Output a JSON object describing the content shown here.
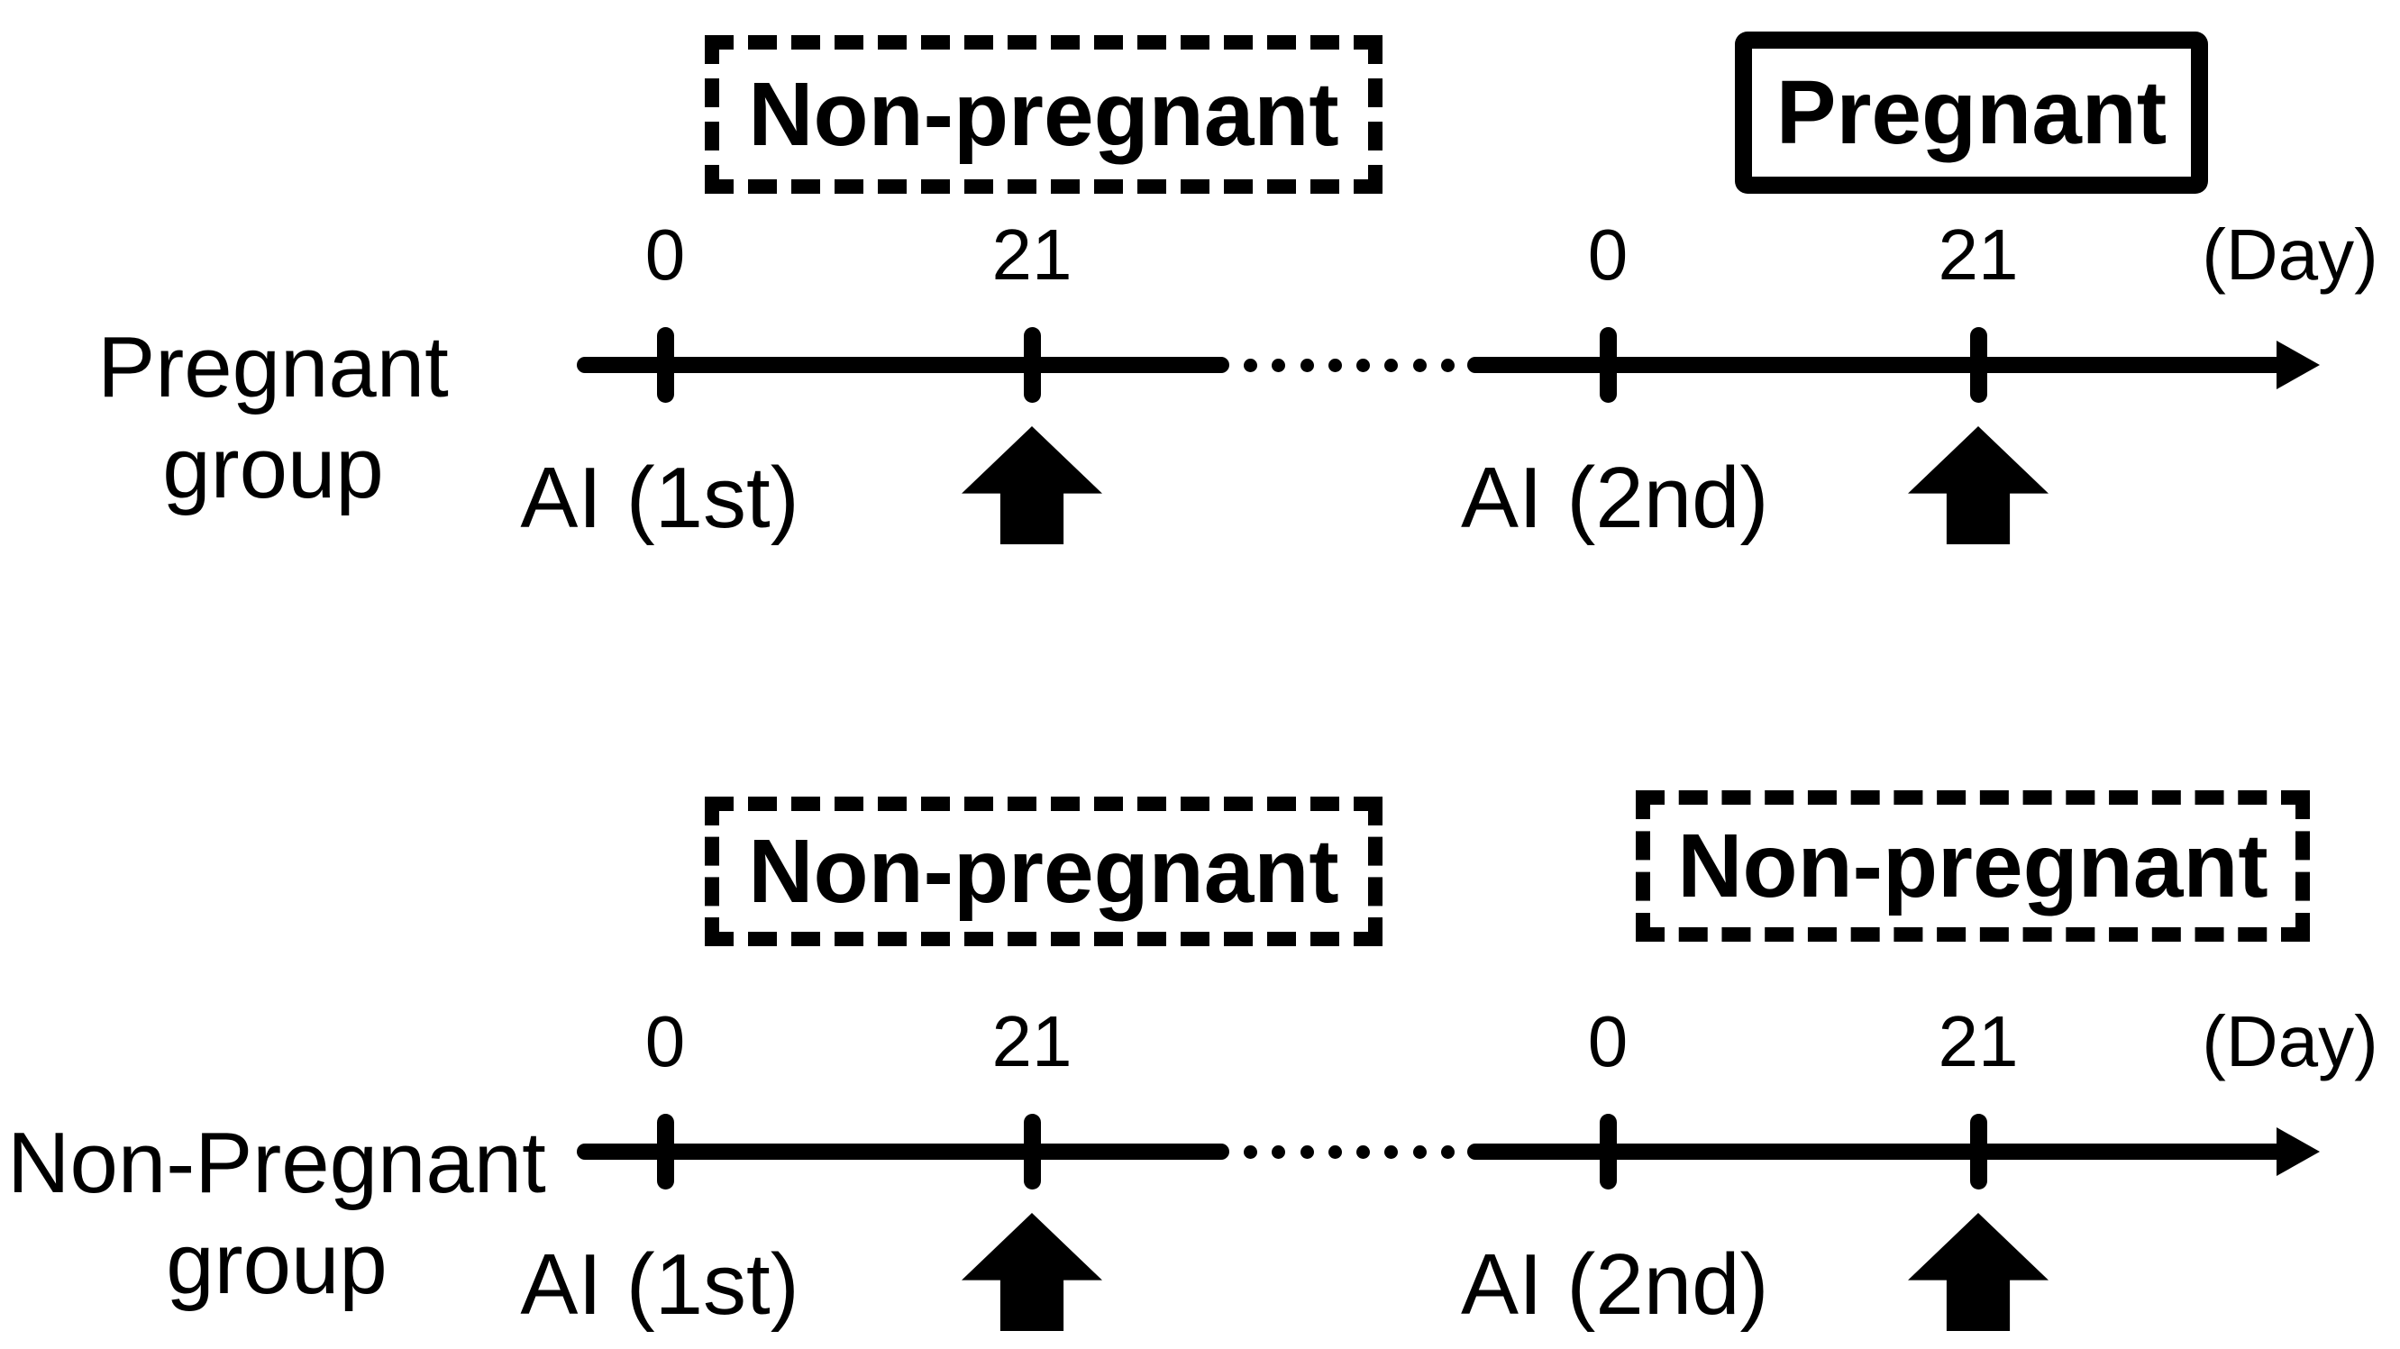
{
  "colors": {
    "background": "#ffffff",
    "ink": "#000000"
  },
  "rows": [
    {
      "group_label_line1": "Pregnant",
      "group_label_line2": "group",
      "phase_boxes": [
        {
          "label": "Non-pregnant",
          "style": "dashed"
        },
        {
          "label": "Pregnant",
          "style": "solid"
        }
      ],
      "day_ticks": [
        "0",
        "21",
        "0",
        "21"
      ],
      "axis_unit": "(Day)",
      "ai_labels": [
        "AI (1st)",
        "AI (2nd)"
      ]
    },
    {
      "group_label_line1": "Non-Pregnant",
      "group_label_line2": "group",
      "phase_boxes": [
        {
          "label": "Non-pregnant",
          "style": "dashed"
        },
        {
          "label": "Non-pregnant",
          "style": "dashed"
        }
      ],
      "day_ticks": [
        "0",
        "21",
        "0",
        "21"
      ],
      "axis_unit": "(Day)",
      "ai_labels": [
        "AI (1st)",
        "AI (2nd)"
      ]
    }
  ]
}
